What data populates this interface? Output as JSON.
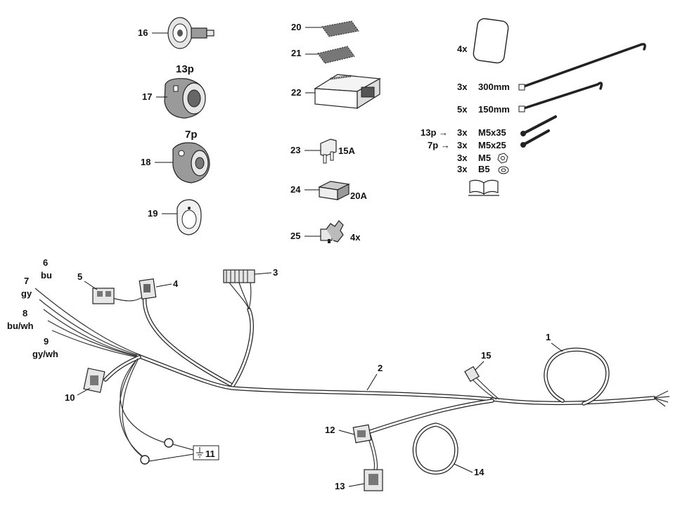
{
  "parts": {
    "p16": "16",
    "p17": "17",
    "p17_type": "13p",
    "p18": "18",
    "p18_type": "7p",
    "p19": "19",
    "p20": "20",
    "p21": "21",
    "p22": "22",
    "p23": "23",
    "p23_rating": "15A",
    "p24": "24",
    "p24_rating": "20A",
    "p25": "25",
    "p25_qty": "4x"
  },
  "accessories": {
    "cover_qty": "4x",
    "tie_300": {
      "qty": "3x",
      "size": "300mm"
    },
    "tie_150": {
      "qty": "5x",
      "size": "150mm"
    },
    "bolt_35": {
      "condition": "13p →",
      "qty": "3x",
      "size": "M5x35"
    },
    "bolt_25": {
      "condition": "7p →",
      "qty": "3x",
      "size": "M5x25"
    },
    "nut": {
      "qty": "3x",
      "size": "M5"
    },
    "washer": {
      "qty": "3x",
      "size": "B5"
    }
  },
  "harness": {
    "l1": "1",
    "l2": "2",
    "l3": "3",
    "l4": "4",
    "l5": "5",
    "l6": "6",
    "c6": "bu",
    "l7": "7",
    "c7": "gy",
    "l8": "8",
    "c8": "bu/wh",
    "l9": "9",
    "c9": "gy/wh",
    "l10": "10",
    "l11": "11",
    "l12": "12",
    "l13": "13",
    "l14": "14",
    "l15": "15"
  }
}
